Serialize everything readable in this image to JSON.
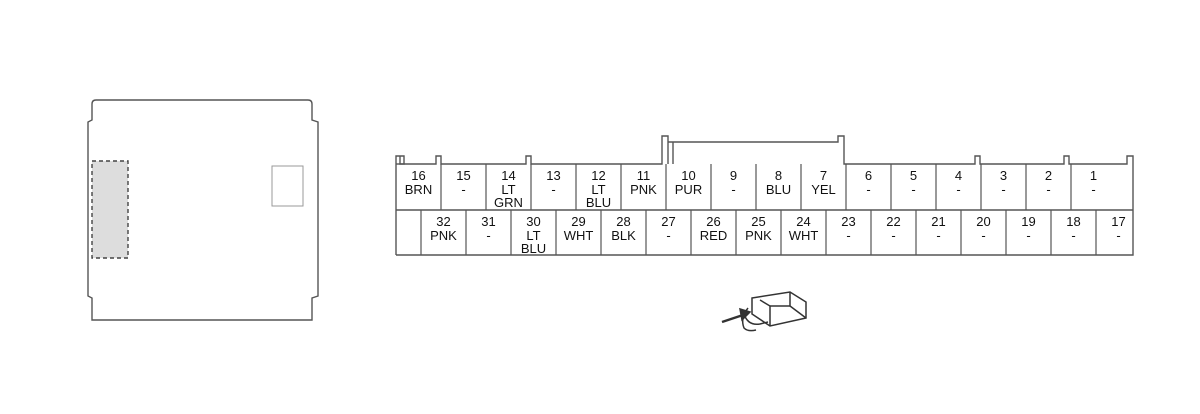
{
  "diagram": {
    "connector": {
      "top_row": [
        {
          "num": "16",
          "color": [
            "BRN"
          ]
        },
        {
          "num": "15",
          "color": [
            "-"
          ]
        },
        {
          "num": "14",
          "color": [
            "LT",
            "GRN"
          ]
        },
        {
          "num": "13",
          "color": [
            "-"
          ]
        },
        {
          "num": "12",
          "color": [
            "LT",
            "BLU"
          ]
        },
        {
          "num": "11",
          "color": [
            "PNK"
          ]
        },
        {
          "num": "10",
          "color": [
            "PUR"
          ]
        },
        {
          "num": "9",
          "color": [
            "-"
          ]
        },
        {
          "num": "8",
          "color": [
            "BLU"
          ]
        },
        {
          "num": "7",
          "color": [
            "YEL"
          ]
        },
        {
          "num": "6",
          "color": [
            "-"
          ]
        },
        {
          "num": "5",
          "color": [
            "-"
          ]
        },
        {
          "num": "4",
          "color": [
            "-"
          ]
        },
        {
          "num": "3",
          "color": [
            "-"
          ]
        },
        {
          "num": "2",
          "color": [
            "-"
          ]
        },
        {
          "num": "1",
          "color": [
            "-"
          ]
        }
      ],
      "bottom_row": [
        {
          "num": "32",
          "color": [
            "PNK"
          ]
        },
        {
          "num": "31",
          "color": [
            "-"
          ]
        },
        {
          "num": "30",
          "color": [
            "LT",
            "BLU"
          ]
        },
        {
          "num": "29",
          "color": [
            "WHT"
          ]
        },
        {
          "num": "28",
          "color": [
            "BLK"
          ]
        },
        {
          "num": "27",
          "color": [
            "-"
          ]
        },
        {
          "num": "26",
          "color": [
            "RED"
          ]
        },
        {
          "num": "25",
          "color": [
            "PNK"
          ]
        },
        {
          "num": "24",
          "color": [
            "WHT"
          ]
        },
        {
          "num": "23",
          "color": [
            "-"
          ]
        },
        {
          "num": "22",
          "color": [
            "-"
          ]
        },
        {
          "num": "21",
          "color": [
            "-"
          ]
        },
        {
          "num": "20",
          "color": [
            "-"
          ]
        },
        {
          "num": "19",
          "color": [
            "-"
          ]
        },
        {
          "num": "18",
          "color": [
            "-"
          ]
        },
        {
          "num": "17",
          "color": [
            "-"
          ]
        }
      ]
    },
    "colors": {
      "stroke": "#555555",
      "highlight_fill": "#dddddd",
      "text": "#111111"
    },
    "icons": [
      "unit-outline-icon",
      "connector-face-icon",
      "terminal-view-hand-icon"
    ]
  }
}
